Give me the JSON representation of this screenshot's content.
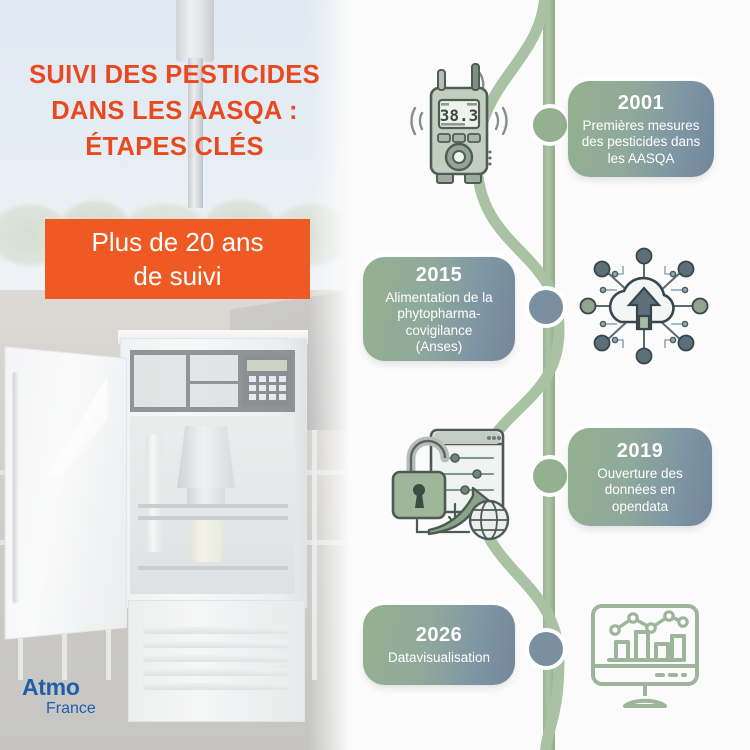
{
  "left": {
    "title_lines": [
      "SUIVI DES PESTICIDES",
      "DANS LES AASQA :",
      "ÉTAPES CLÉS"
    ],
    "banner_lines": [
      "Plus de 20 ans",
      "de suivi"
    ],
    "logo": {
      "line1": "Atmo",
      "line2": "France"
    },
    "photo_alt": "Station de prélèvement des pesticides dans l'air",
    "colors": {
      "title": "#e8491e",
      "banner_bg": "#ef5a24",
      "logo": "#1f5fa9"
    }
  },
  "timeline": {
    "accent_green": "#9bb596",
    "card_gradient_from": "#94b18f",
    "card_gradient_to": "#72879a",
    "milestones": [
      {
        "year": "2001",
        "desc_lines": [
          "Premières mesures",
          "des pesticides dans",
          "les AASQA"
        ],
        "side": "right",
        "icon": "handheld-air-monitor-icon",
        "icon_side": "left",
        "icon_display": "38.3"
      },
      {
        "year": "2015",
        "desc_lines": [
          "Alimentation de la",
          "phytopharma-",
          "covigilance",
          "(Anses)"
        ],
        "side": "left",
        "icon": "cloud-upload-network-icon",
        "icon_side": "right"
      },
      {
        "year": "2019",
        "desc_lines": [
          "Ouverture des",
          "données en",
          "opendata"
        ],
        "side": "right",
        "icon": "open-padlock-opendata-icon",
        "icon_side": "left"
      },
      {
        "year": "2026",
        "desc_lines": [
          "Datavisualisation"
        ],
        "side": "left",
        "icon": "dataviz-monitor-icon",
        "icon_side": "right"
      }
    ]
  }
}
